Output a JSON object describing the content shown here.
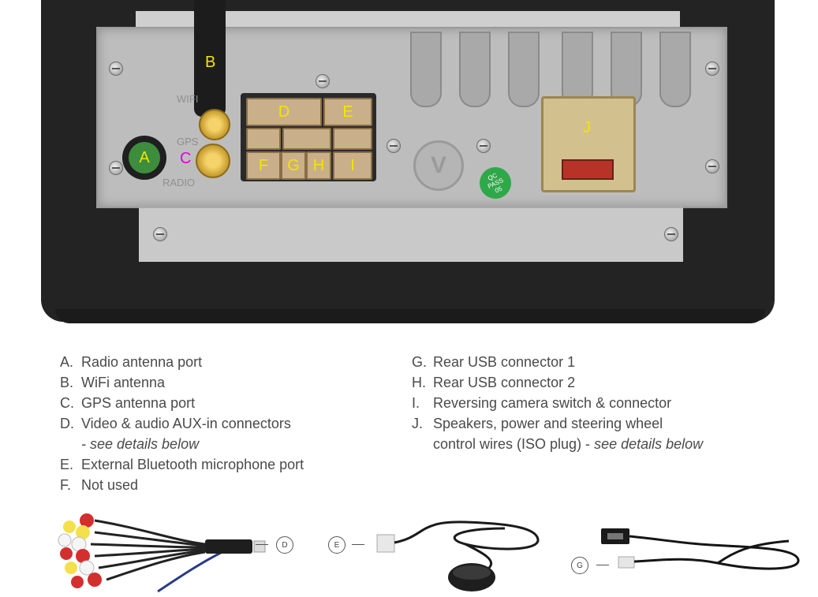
{
  "unit": {
    "labels": {
      "a": "A",
      "b": "B",
      "c": "C",
      "d": "D",
      "e": "E",
      "f": "F",
      "g": "G",
      "h": "H",
      "i": "I",
      "j": "J"
    },
    "plate_text": {
      "wifi": "WIFI",
      "gps": "GPS",
      "radio": "RADIO",
      "qc_1": "QC",
      "qc_2": "PASS",
      "qc_3": "05"
    },
    "label_color": "#f5e400",
    "gps_label_color": "#e000e0"
  },
  "legend": {
    "left": [
      {
        "letter": "A.",
        "text": "Radio antenna port"
      },
      {
        "letter": "B.",
        "text": "WiFi antenna"
      },
      {
        "letter": "C.",
        "text": "GPS antenna port"
      },
      {
        "letter": "D.",
        "text": "Video & audio AUX-in connectors",
        "note": "- see details below"
      },
      {
        "letter": "E.",
        "text": "External Bluetooth microphone port"
      },
      {
        "letter": "F.",
        "text": "Not used"
      }
    ],
    "right": [
      {
        "letter": "G.",
        "text": "Rear USB connector 1"
      },
      {
        "letter": "H.",
        "text": "Rear USB connector 2"
      },
      {
        "letter": "I.",
        "text": "Reversing camera switch & connector"
      },
      {
        "letter": "J.",
        "text": "Speakers, power and steering wheel",
        "text2": "control wires (ISO plug) - ",
        "note": "see details below"
      }
    ]
  },
  "cables": {
    "callout_d": "D",
    "callout_e": "E",
    "callout_g": "G"
  }
}
